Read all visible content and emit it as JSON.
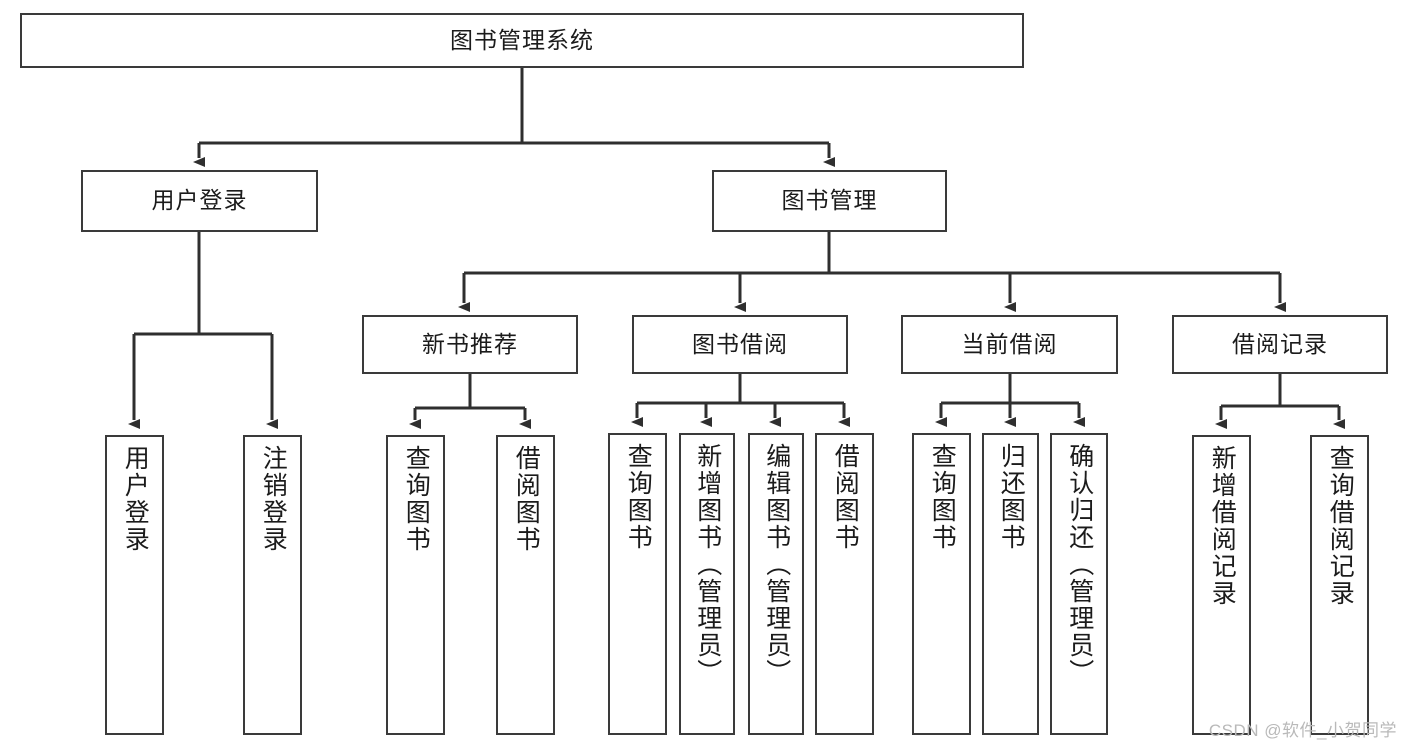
{
  "diagram": {
    "title_node": {
      "label": "图书管理系统"
    },
    "level2": [
      {
        "id": "user-login",
        "label": "用户登录"
      },
      {
        "id": "book-management",
        "label": "图书管理"
      }
    ],
    "level3": [
      {
        "id": "new-book-recommend",
        "label": "新书推荐"
      },
      {
        "id": "book-borrow",
        "label": "图书借阅"
      },
      {
        "id": "current-borrow",
        "label": "当前借阅"
      },
      {
        "id": "borrow-record",
        "label": "借阅记录"
      }
    ],
    "leaves": [
      {
        "id": "leaf-user-login",
        "label": "用户登录"
      },
      {
        "id": "leaf-logout-login",
        "label": "注销登录"
      },
      {
        "id": "leaf-query-book-1",
        "label": "查询图书"
      },
      {
        "id": "leaf-borrow-book-1",
        "label": "借阅图书"
      },
      {
        "id": "leaf-query-book-2",
        "label": "查询图书"
      },
      {
        "id": "leaf-add-book-admin",
        "label": "新增图书（管理员）"
      },
      {
        "id": "leaf-edit-book-admin",
        "label": "编辑图书（管理员）"
      },
      {
        "id": "leaf-borrow-book-2",
        "label": "借阅图书"
      },
      {
        "id": "leaf-query-book-3",
        "label": "查询图书"
      },
      {
        "id": "leaf-return-book",
        "label": "归还图书"
      },
      {
        "id": "leaf-confirm-return-admin",
        "label": "确认归还（管理员）"
      },
      {
        "id": "leaf-add-borrow-record",
        "label": "新增借阅记录"
      },
      {
        "id": "leaf-query-borrow-record",
        "label": "查询借阅记录"
      }
    ],
    "watermark": "CSDN @软件_小贺同学",
    "colors": {
      "border": "#3a3a3a",
      "connector": "#2f2f2f",
      "text": "#1b1b1b",
      "background": "#ffffff",
      "watermark": "#b9b9b9"
    }
  }
}
